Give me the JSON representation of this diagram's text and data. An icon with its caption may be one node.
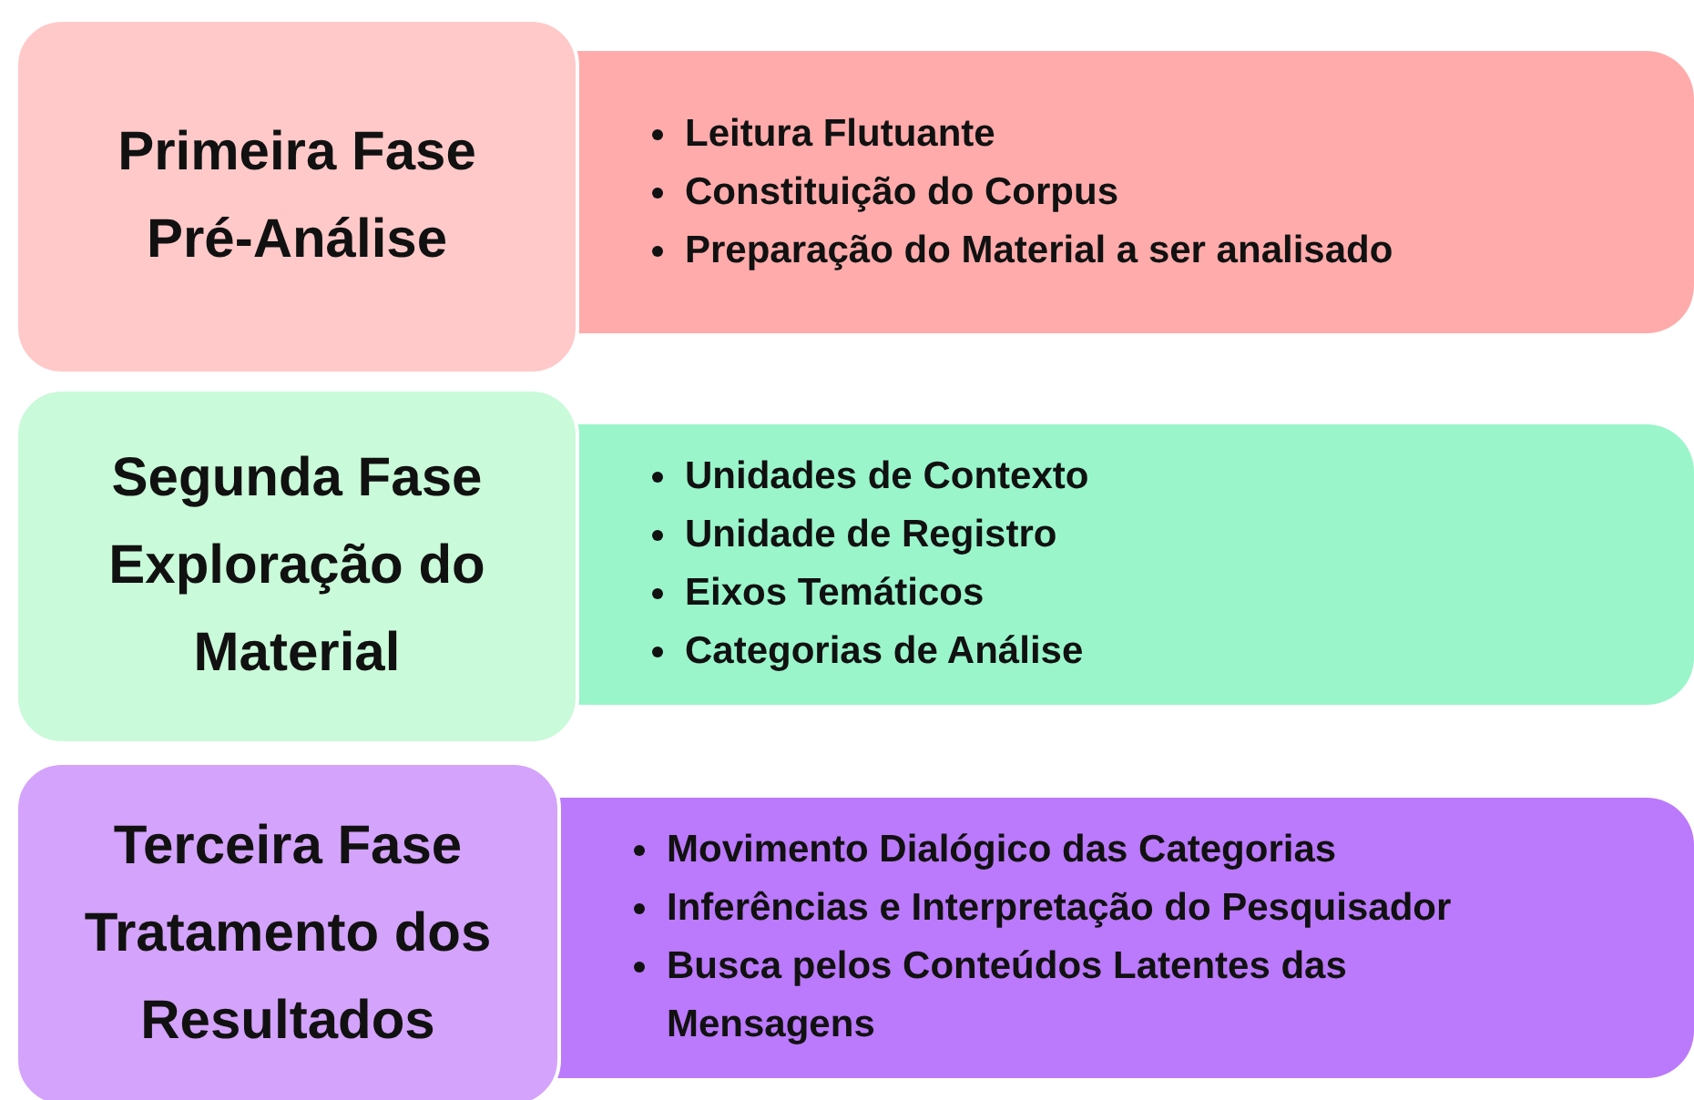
{
  "diagram": {
    "nodes": [
      {
        "text": [
          "Primeira Fase",
          "Pré-Análise"
        ]
      },
      {
        "text": [
          "Leitura Flutuante",
          "Constituição do Corpus",
          "Preparação do Material a ser analisado"
        ]
      },
      {
        "text": [
          "Segunda Fase",
          "Exploração do Material"
        ]
      },
      {
        "text": [
          "Unidades de Contexto",
          "Unidade de Registro",
          "Eixos Temáticos",
          "Categorias de Análise"
        ]
      },
      {
        "text": [
          "Terceira Fase",
          "Tratamento dos Resultados"
        ]
      },
      {
        "text": [
          "Movimento Dialógico das Categorias",
          "Inferências e Interpretação do Pesquisador",
          "Busca pelos Conteúdos Latentes das Mensagens"
        ]
      }
    ],
    "edges": []
  }
}
